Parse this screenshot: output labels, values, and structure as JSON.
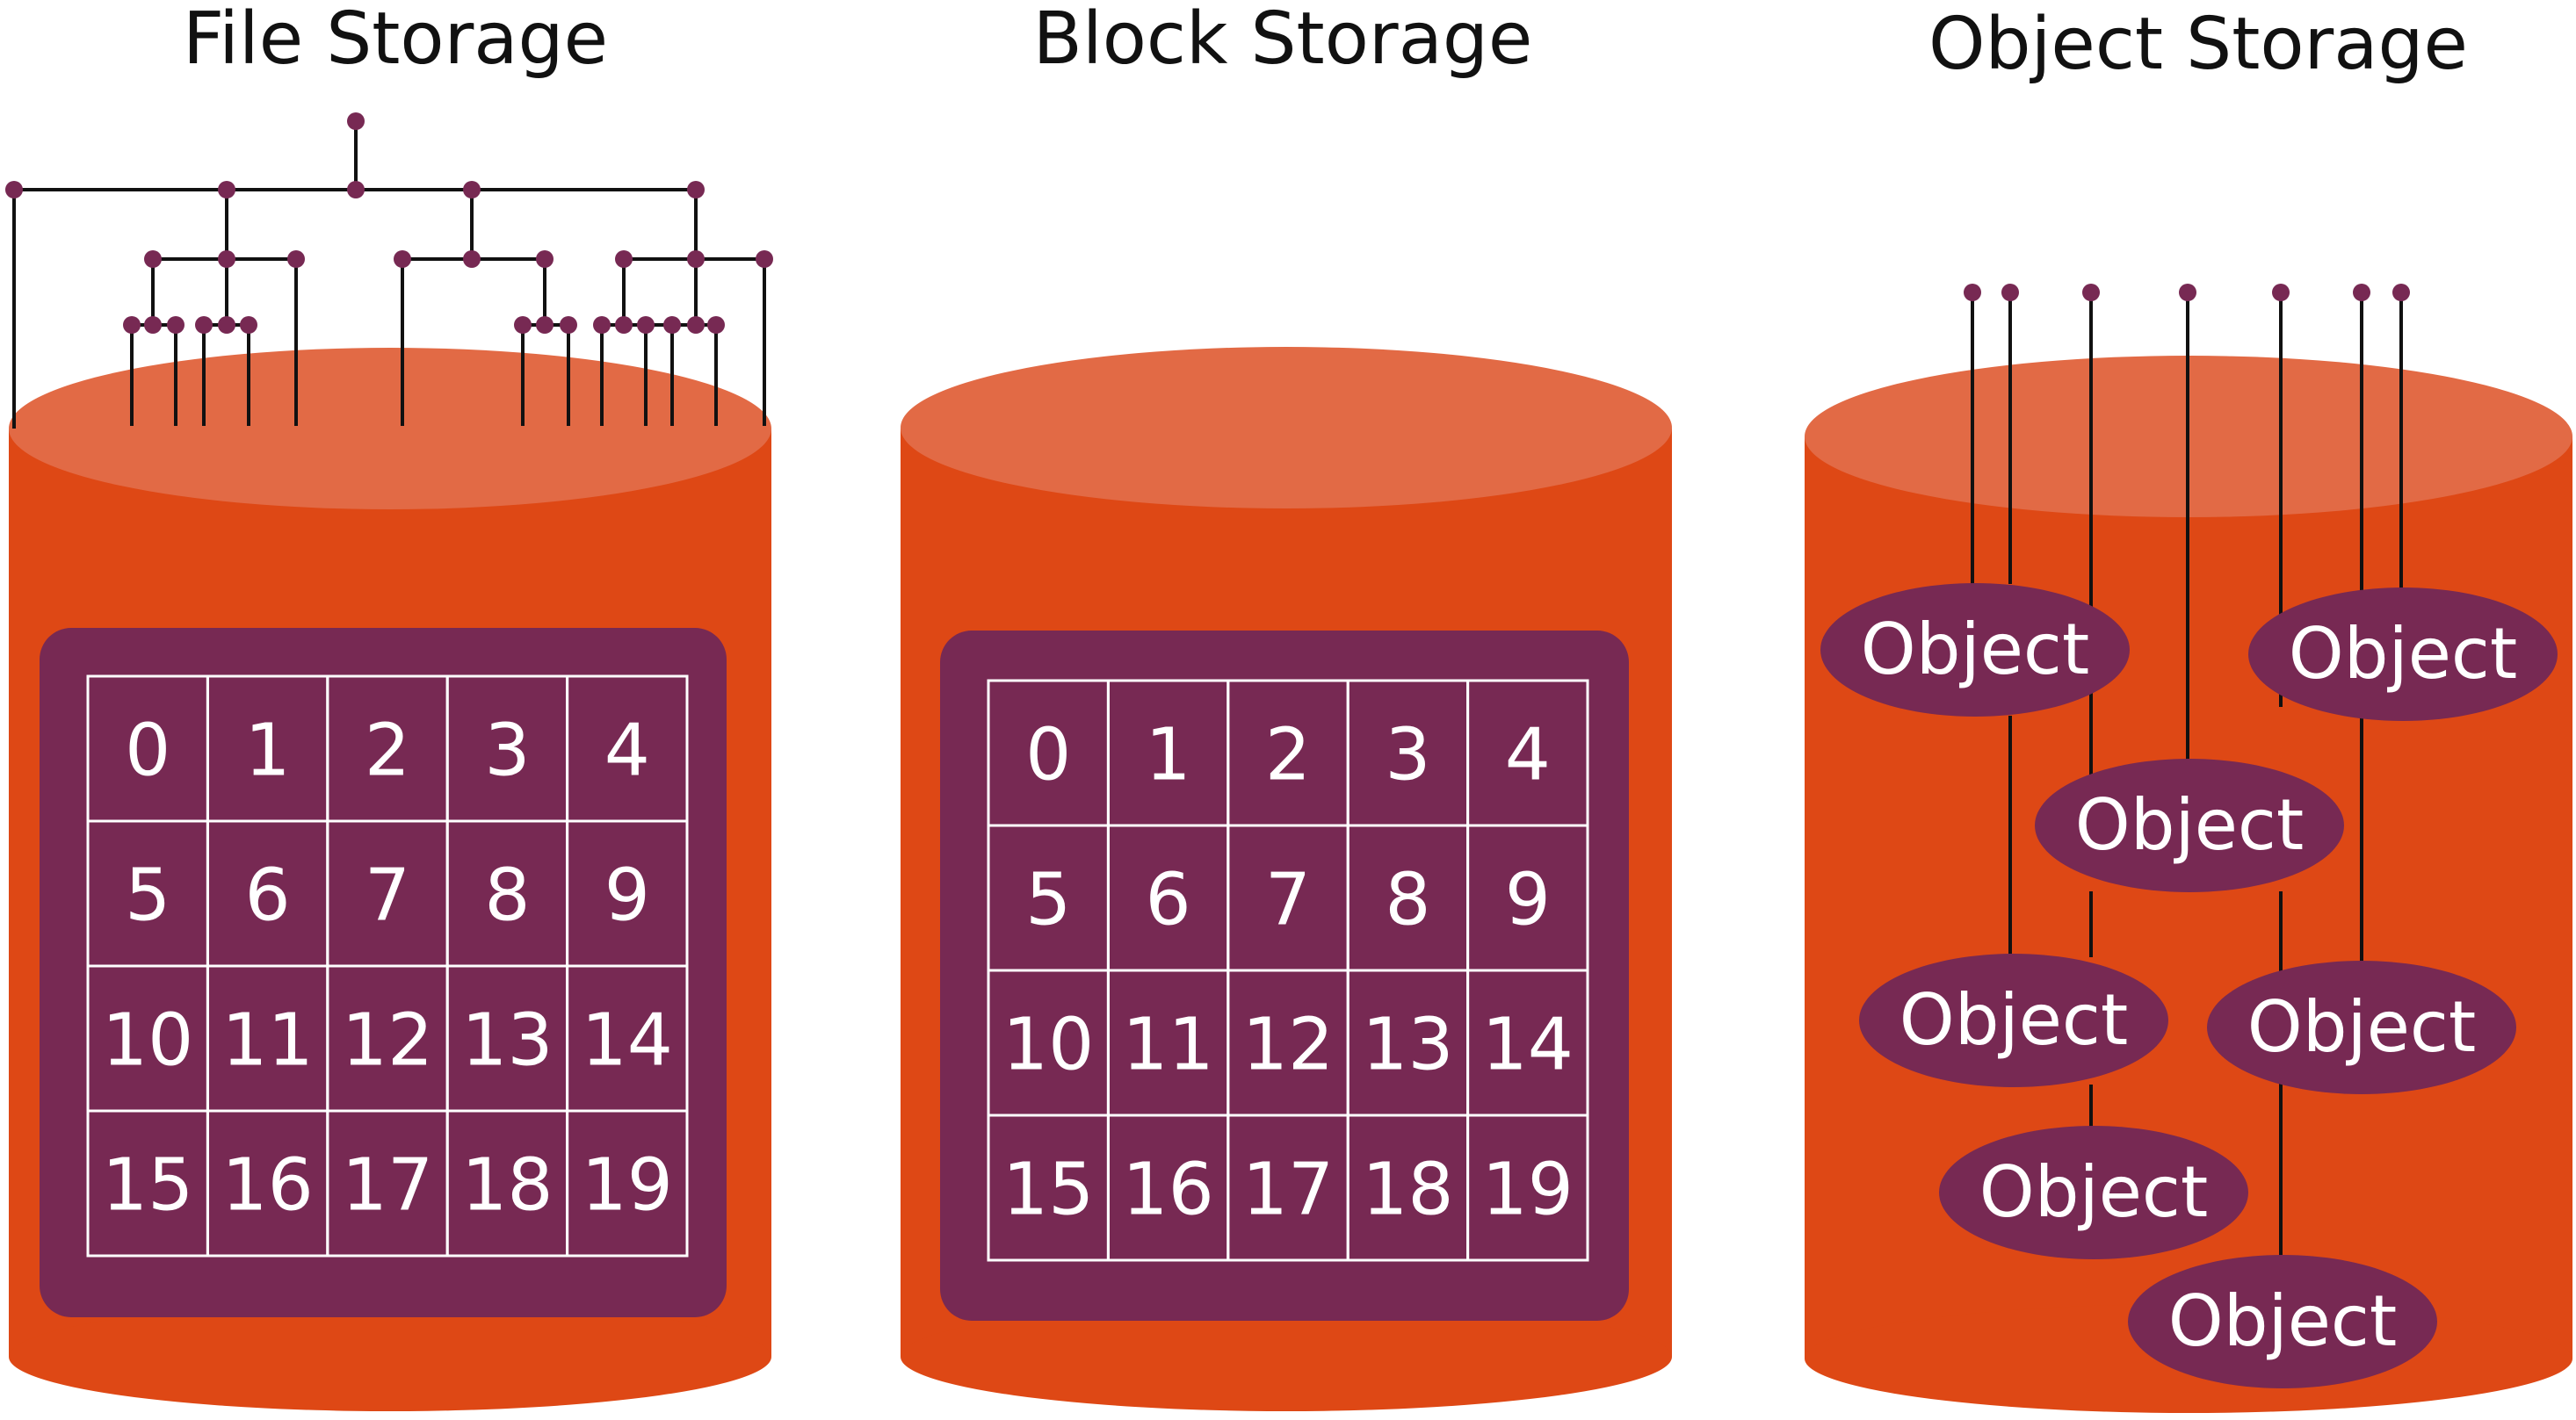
{
  "colors": {
    "cylinder_body": "#DE4815",
    "cylinder_top": "#E26A45",
    "panel": "#772953",
    "grid_line": "#ffffff",
    "tree_line": "#111111",
    "tree_node": "#772953",
    "object_fill": "#772953",
    "text_on_dark": "#ffffff",
    "title_text": "#111111"
  },
  "panels": [
    {
      "id": "file",
      "title": "File Storage",
      "cells": [
        "0",
        "1",
        "2",
        "3",
        "4",
        "5",
        "6",
        "7",
        "8",
        "9",
        "10",
        "11",
        "12",
        "13",
        "14",
        "15",
        "16",
        "17",
        "18",
        "19"
      ]
    },
    {
      "id": "block",
      "title": "Block Storage",
      "cells": [
        "0",
        "1",
        "2",
        "3",
        "4",
        "5",
        "6",
        "7",
        "8",
        "9",
        "10",
        "11",
        "12",
        "13",
        "14",
        "15",
        "16",
        "17",
        "18",
        "19"
      ]
    },
    {
      "id": "object",
      "title": "Object Storage",
      "objects": [
        "Object",
        "Object",
        "Object",
        "Object",
        "Object",
        "Object",
        "Object"
      ]
    }
  ],
  "icons": {
    "file_hierarchy": "tree-hierarchy-icon",
    "object_links": "flat-link-icon"
  }
}
